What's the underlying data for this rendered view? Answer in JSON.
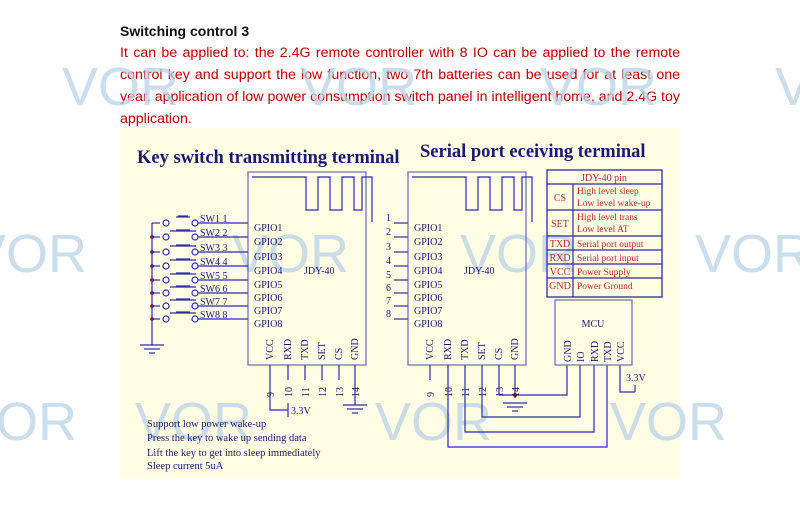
{
  "heading": "Switching control 3",
  "description": "It can be applied to: the 2.4G remote controller with 8 IO can be applied to the remote control key and support the low function, two 7th batteries can be used for at least one year, application of low power consumption switch panel in intelligent home, and 2.4G toy application.",
  "watermark": "VOR",
  "left_title": "Key switch transmitting terminal",
  "right_title": "Serial port  eceiving terminal",
  "module_name": "JDY-40",
  "gpio": [
    "GPIO1",
    "GPIO2",
    "GPIO3",
    "GPIO4",
    "GPIO5",
    "GPIO6",
    "GPIO7",
    "GPIO8"
  ],
  "switches": [
    "SW1 1",
    "SW2 2",
    "SW3 3",
    "SW4 4",
    "SW5 5",
    "SW6 6",
    "SW7  7",
    "SW8  8"
  ],
  "pin_numbers": [
    "1",
    "2",
    "3",
    "4",
    "5",
    "6",
    "7",
    "8"
  ],
  "bottom_pins": [
    "VCC",
    "RXD",
    "TXD",
    "SET",
    "CS",
    "GND"
  ],
  "bottom_pin_numbers": [
    "9",
    "10",
    "11",
    "12",
    "13",
    "14"
  ],
  "voltage": "3.3V",
  "mcu": {
    "label": "MCU",
    "pins": [
      "GND",
      "IO",
      "RXD",
      "TXD",
      "VCC"
    ]
  },
  "pin_table": {
    "title": "JDY-40 pin",
    "rows": [
      {
        "pin": "CS",
        "desc": [
          "High level sleep",
          "Low level wake-up"
        ]
      },
      {
        "pin": "SET",
        "desc": [
          "High level trans",
          "Low level AT"
        ]
      },
      {
        "pin": "TXD",
        "desc": [
          "Serial port output"
        ]
      },
      {
        "pin": "RXD",
        "desc": [
          "Serial port input"
        ]
      },
      {
        "pin": "VCC",
        "desc": [
          "Power Supply"
        ]
      },
      {
        "pin": "GND",
        "desc": [
          "Power Ground"
        ]
      }
    ]
  },
  "notes": [
    "Support low power wake-up",
    "Press the key to wake up sending data",
    "Lift the key to get into sleep immediately",
    "Sleep current 5uA"
  ],
  "colors": {
    "text_red": "#c00000",
    "navy": "#1a1a6e",
    "wire": "#2b2bb0",
    "panel": "#fffde4",
    "table_red": "#c0282d"
  }
}
